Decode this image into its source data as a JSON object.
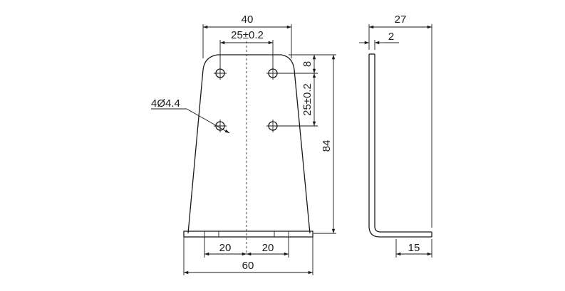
{
  "dimensions": {
    "top_width": "40",
    "hole_spacing_horizontal": "25±0.2",
    "hole_callout": "4Ø4.4",
    "hole_top_offset": "8",
    "hole_spacing_vertical": "25±0.2",
    "height": "84",
    "base_left_half": "20",
    "base_right_half": "20",
    "base_width": "60",
    "side_depth": "27",
    "side_thickness": "2",
    "side_foot": "15"
  }
}
